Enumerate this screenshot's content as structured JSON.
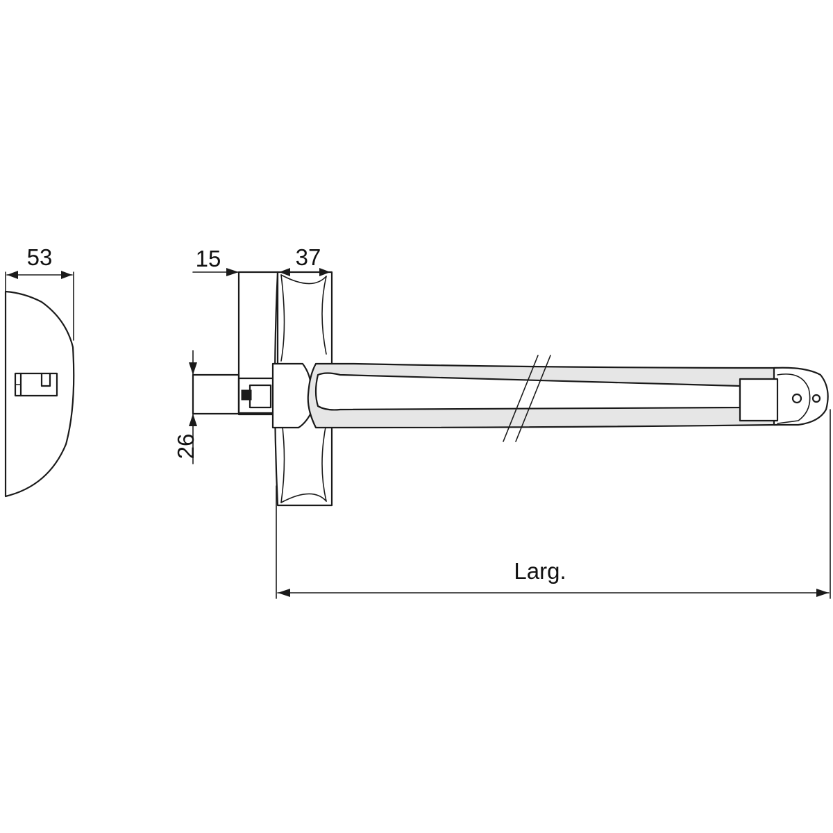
{
  "dimensions": {
    "depth": "53",
    "spindle_projection": "15",
    "rose_thickness": "37",
    "height": "26",
    "width": "Larg."
  },
  "colors": {
    "line": "#1a1a1a",
    "shade": "#e6e6e6",
    "background": "#ffffff"
  }
}
